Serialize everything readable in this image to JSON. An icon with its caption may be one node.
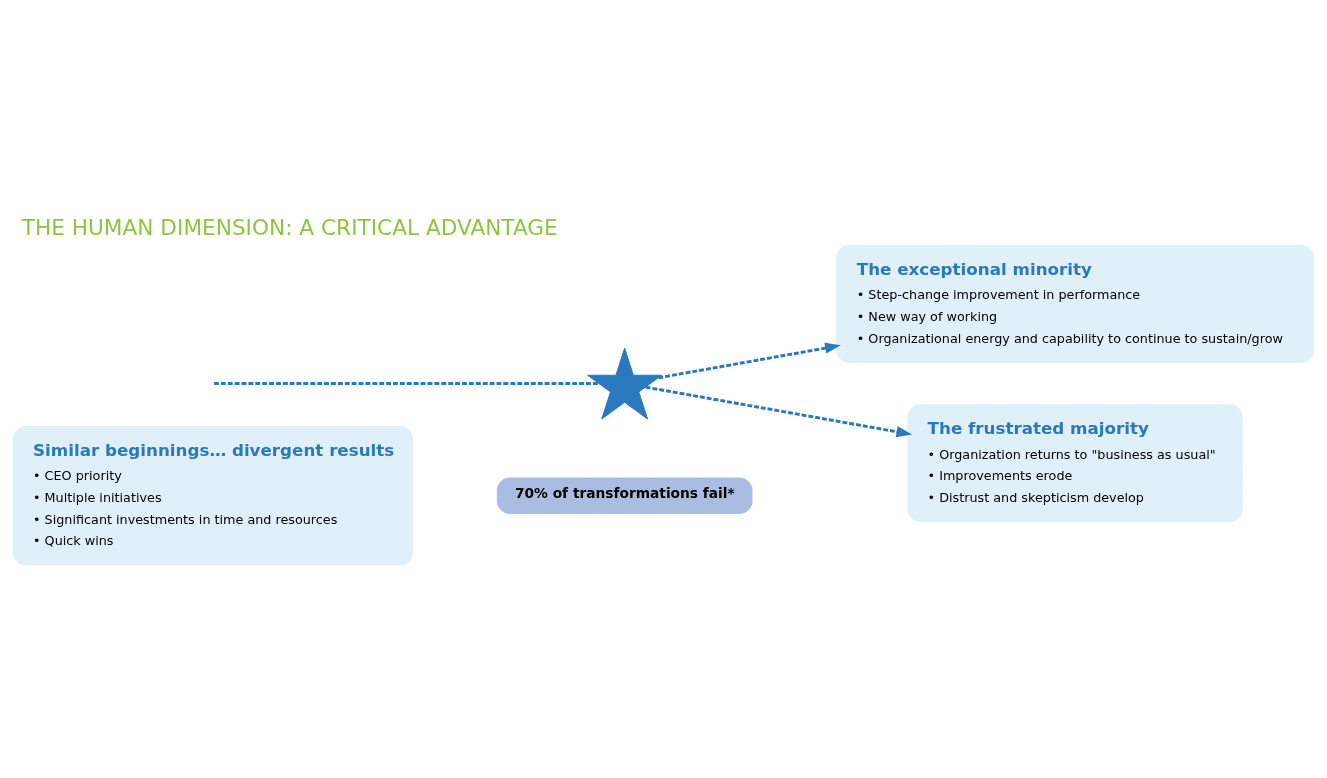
{
  "diagram": {
    "title": "THE HUMAN DIMENSION: A CRITICAL ADVANTAGE",
    "nodes": [
      {
        "text": [
          "Similar beginnings… divergent results",
          "• CEO priority",
          "• Multiple initiatives",
          "• Significant investments in time and resources",
          "• Quick wins"
        ]
      },
      {
        "text": [],
        "shape": "star"
      },
      {
        "text": [
          "70% of transformations fail*"
        ]
      },
      {
        "text": [
          "The exceptional minority",
          "• Step-change improvement in performance",
          "• New way of working",
          "• Organizational energy and capability to continue to sustain/grow"
        ]
      },
      {
        "text": [
          "The frustrated majority",
          "• Organization returns to \"business as usual\"",
          "• Improvements erode",
          "• Distrust and skepticism develop"
        ]
      }
    ],
    "edges": [
      {
        "from": null,
        "to": 1,
        "arrow": "none",
        "style": "dashed"
      },
      {
        "from": 1,
        "to": 3,
        "arrow": "to",
        "style": "dashed"
      },
      {
        "from": 1,
        "to": 4,
        "arrow": "to",
        "style": "dashed"
      }
    ]
  }
}
